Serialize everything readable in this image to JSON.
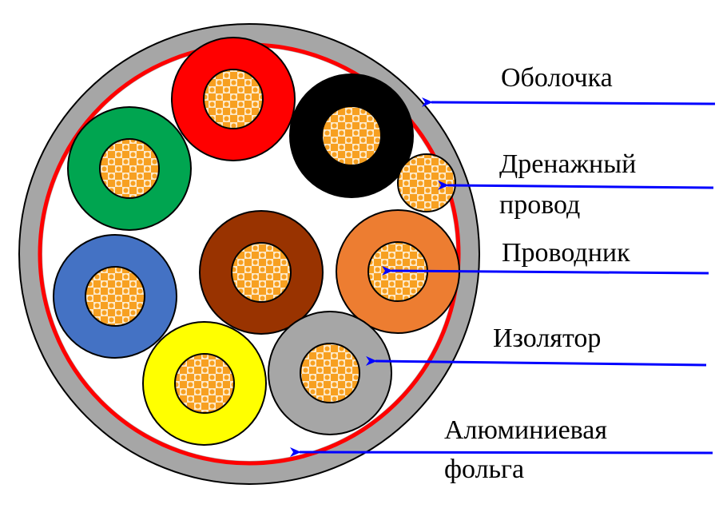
{
  "labels": {
    "sheath": "Оболочка",
    "drain_line1": "Дренажный",
    "drain_line2": "провод",
    "conductor": "Проводник",
    "insulator": "Изолятор",
    "foil_line1": "Алюминиевая",
    "foil_line2": "фольга"
  },
  "colors": {
    "jacket": "#a6a6a6",
    "foil": "#ff0000",
    "arrow": "#0000ff",
    "copper": "#f7a021",
    "copper_light": "#fde9c8"
  },
  "wires": [
    {
      "name": "red",
      "color": "#ff0000"
    },
    {
      "name": "black",
      "color": "#000000"
    },
    {
      "name": "green",
      "color": "#00a550"
    },
    {
      "name": "brown",
      "color": "#993300"
    },
    {
      "name": "orange",
      "color": "#ed7d31"
    },
    {
      "name": "blue",
      "color": "#4472c4"
    },
    {
      "name": "yellow",
      "color": "#ffff00"
    },
    {
      "name": "gray",
      "color": "#a6a6a6"
    }
  ]
}
